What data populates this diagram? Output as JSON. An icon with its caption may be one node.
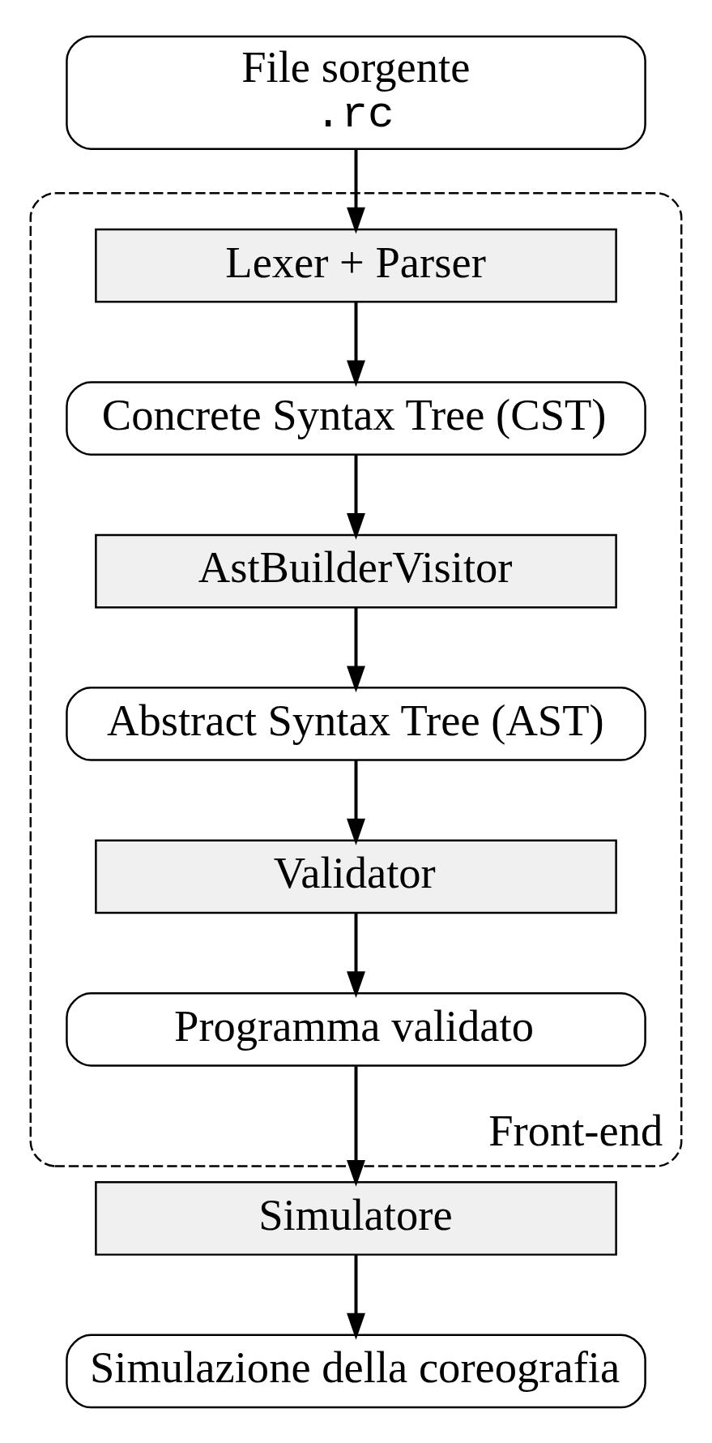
{
  "diagram": {
    "nodes": [
      {
        "text": [
          "File sorgente",
          ".rc"
        ]
      },
      {
        "text": [
          "Front-end"
        ]
      },
      {
        "text": [
          "Lexer + Parser"
        ],
        "in": 1
      },
      {
        "text": [
          "Concrete Syntax Tree (CST)"
        ],
        "in": 1
      },
      {
        "text": [
          "AstBuilderVisitor"
        ],
        "in": 1
      },
      {
        "text": [
          "Abstract Syntax Tree (AST)"
        ],
        "in": 1
      },
      {
        "text": [
          "Validator"
        ],
        "in": 1
      },
      {
        "text": [
          "Programma validato"
        ],
        "in": 1
      },
      {
        "text": [
          "Simulatore"
        ]
      },
      {
        "text": [
          "Simulazione della coreografia"
        ]
      }
    ],
    "edges": [
      {
        "from": 0,
        "to": 2,
        "arrow": "to"
      },
      {
        "from": 2,
        "to": 3,
        "arrow": "to"
      },
      {
        "from": 3,
        "to": 4,
        "arrow": "to"
      },
      {
        "from": 4,
        "to": 5,
        "arrow": "to"
      },
      {
        "from": 5,
        "to": 6,
        "arrow": "to"
      },
      {
        "from": 6,
        "to": 7,
        "arrow": "to"
      },
      {
        "from": 7,
        "to": 8,
        "arrow": "to"
      },
      {
        "from": 8,
        "to": 9,
        "arrow": "to"
      }
    ]
  }
}
